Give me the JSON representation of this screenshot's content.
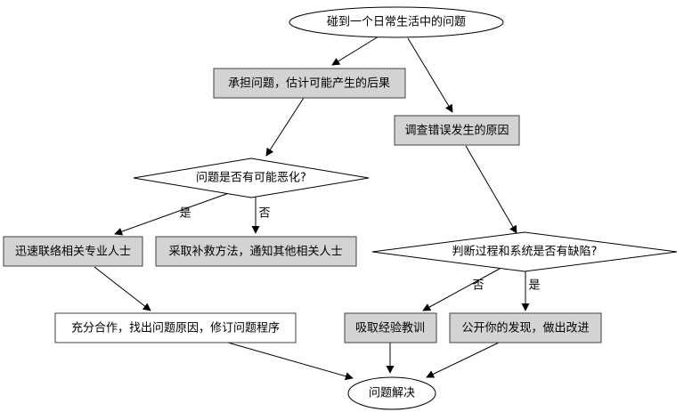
{
  "diagram": {
    "type": "flowchart",
    "colors": {
      "background": "#ffffff",
      "node_fill": "#d3d3d3",
      "shape_fill": "#ffffff",
      "node_border": "#404040",
      "line": "#000000"
    },
    "nodes": {
      "start": {
        "shape": "ellipse",
        "label": "碰到一个日常生活中的问题"
      },
      "assess": {
        "shape": "rect",
        "label": "承担问题，估计可能产生的后果"
      },
      "investigate": {
        "shape": "rect",
        "label": "调查错误发生的原因"
      },
      "worsen": {
        "shape": "diamond",
        "label": "问题是否有可能恶化?"
      },
      "contact": {
        "shape": "rect",
        "label": "迅速联络相关专业人士"
      },
      "remedy": {
        "shape": "rect",
        "label": "采取补救方法，通知其他相关人士"
      },
      "defect": {
        "shape": "diamond",
        "label": "判断过程和系统是否有缺陷?"
      },
      "cooperate": {
        "shape": "rect",
        "label": "充分合作，找出问题原因，修订问题程序"
      },
      "lesson": {
        "shape": "rect",
        "label": "吸取经验教训"
      },
      "publish": {
        "shape": "rect",
        "label": "公开你的发现，做出改进"
      },
      "solved": {
        "shape": "ellipse",
        "label": "问题解决"
      }
    },
    "edge_labels": {
      "worsen_yes": "是",
      "worsen_no": "否",
      "defect_no": "否",
      "defect_yes": "是"
    },
    "edges": [
      {
        "from": "start",
        "to": "assess"
      },
      {
        "from": "start",
        "to": "investigate"
      },
      {
        "from": "assess",
        "to": "worsen"
      },
      {
        "from": "worsen",
        "to": "contact",
        "label": "是"
      },
      {
        "from": "worsen",
        "to": "remedy",
        "label": "否"
      },
      {
        "from": "contact",
        "to": "cooperate"
      },
      {
        "from": "investigate",
        "to": "defect"
      },
      {
        "from": "defect",
        "to": "lesson",
        "label": "否"
      },
      {
        "from": "defect",
        "to": "publish",
        "label": "是"
      },
      {
        "from": "cooperate",
        "to": "solved"
      },
      {
        "from": "lesson",
        "to": "solved"
      },
      {
        "from": "publish",
        "to": "solved"
      }
    ]
  }
}
